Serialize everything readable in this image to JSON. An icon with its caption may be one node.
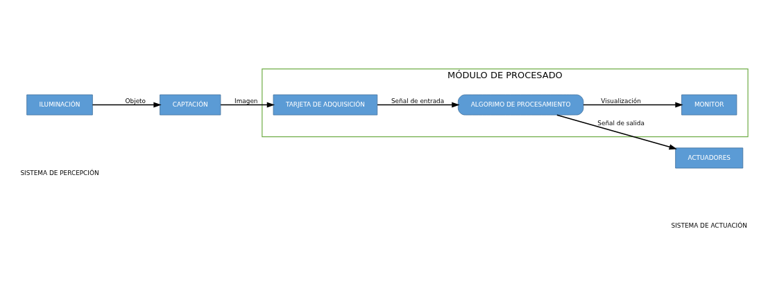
{
  "diagram": {
    "nodes": [
      {
        "text": [
          "MÓDULO DE PROCESADO"
        ]
      },
      {
        "text": [
          "CAPTACIÓN"
        ]
      },
      {
        "text": [
          "ILUMINACIÓN"
        ]
      },
      {
        "text": [
          "TARJETA DE ADQUISICIÓN"
        ],
        "in": 0
      },
      {
        "text": [
          "ALGORIMO DE PROCESAMIENTO"
        ],
        "in": 0
      },
      {
        "text": [
          "MONITOR"
        ],
        "in": 0
      },
      {
        "text": [
          "ACTUADORES"
        ]
      }
    ],
    "edges": [
      {
        "from": 2,
        "to": 1,
        "arrow": "to",
        "label": "Objeto"
      },
      {
        "from": 1,
        "to": 3,
        "arrow": "to",
        "label": "Imagen"
      },
      {
        "from": 3,
        "to": 4,
        "arrow": "to",
        "label": "Señal de entrada"
      },
      {
        "from": 4,
        "to": 5,
        "arrow": "to",
        "label": "Visualización"
      },
      {
        "from": 4,
        "to": 6,
        "arrow": "to",
        "label": "Señal de salida"
      }
    ],
    "labels": [
      "SISTEMA DE PERCEPCIÓN",
      "SISTEMA DE ACTUACIÓN"
    ]
  }
}
